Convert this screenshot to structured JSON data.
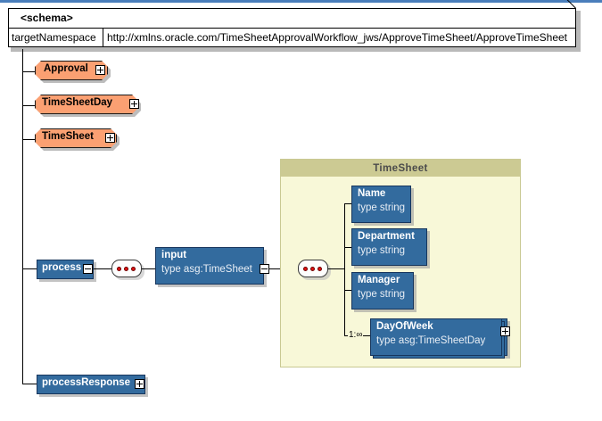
{
  "schema": {
    "title": "<schema>",
    "property_name": "targetNamespace",
    "property_value": "http://xmlns.oracle.com/TimeSheetApprovalWorkflow_jws/ApproveTimeSheet/ApproveTimeSheet"
  },
  "global_types": [
    {
      "label": "Approval",
      "toggle": "plus"
    },
    {
      "label": "TimeSheetDay",
      "toggle": "plus"
    },
    {
      "label": "TimeSheet",
      "toggle": "plus"
    }
  ],
  "root_elements": [
    {
      "label": "process",
      "toggle": "minus"
    },
    {
      "label": "processResponse",
      "toggle": "plus"
    }
  ],
  "input_element": {
    "name": "input",
    "type": "type asg:TimeSheet",
    "toggle": "minus"
  },
  "group": {
    "title": "TimeSheet",
    "children": [
      {
        "name": "Name",
        "type": "type string"
      },
      {
        "name": "Department",
        "type": "type string"
      },
      {
        "name": "Manager",
        "type": "type string"
      },
      {
        "name": "DayOfWeek",
        "type": "type asg:TimeSheetDay",
        "cardinality": "1:∞",
        "toggle": "plus",
        "repeating": true
      }
    ]
  },
  "colors": {
    "element_blue": "#336b9e",
    "element_border": "#17365d",
    "global_type_orange": "#fba072",
    "group_fill": "#f8f8d8",
    "group_header": "#ccca93",
    "canvas": "#ffffff",
    "top_rule": "#4a7ebb"
  }
}
